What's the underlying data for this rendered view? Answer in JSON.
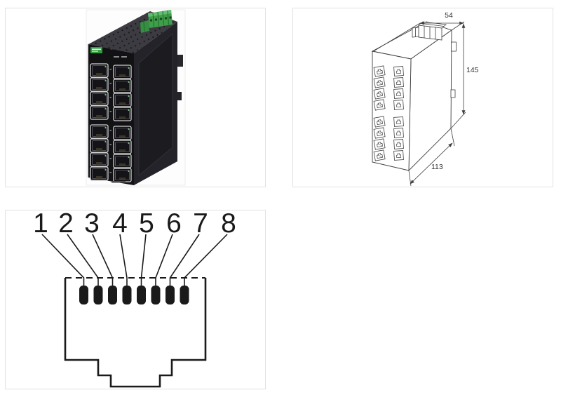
{
  "drawing": {
    "width_label": "54",
    "height_label": "145",
    "depth_label": "113"
  },
  "pinout": {
    "pin_labels": [
      "1",
      "2",
      "3",
      "4",
      "5",
      "6",
      "7",
      "8"
    ]
  },
  "colors": {
    "terminal_block_green": "#3f9e4a",
    "terminal_block_light": "#66bd72",
    "logo_green": "#2f9e3f",
    "switch_body": "#121215",
    "drawing_line": "#3f3f3f",
    "pinout_ink": "#1a1a1a",
    "panel_border": "#e2e2e4"
  }
}
